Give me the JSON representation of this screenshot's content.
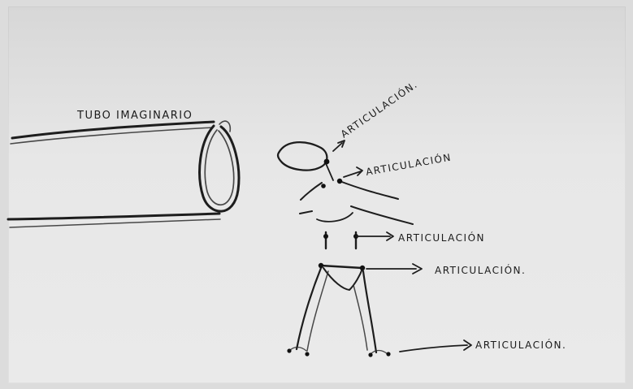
{
  "labels": {
    "tube": "TUBO IMAGINARIO",
    "articulation_head": "ARTICULACIÓN.",
    "articulation_neck": "ARTICULACIÓN",
    "articulation_waist": "ARTICULACIÓN",
    "articulation_hip": "ARTICULACIÓN.",
    "articulation_feet": "ARTICULACIÓN."
  }
}
